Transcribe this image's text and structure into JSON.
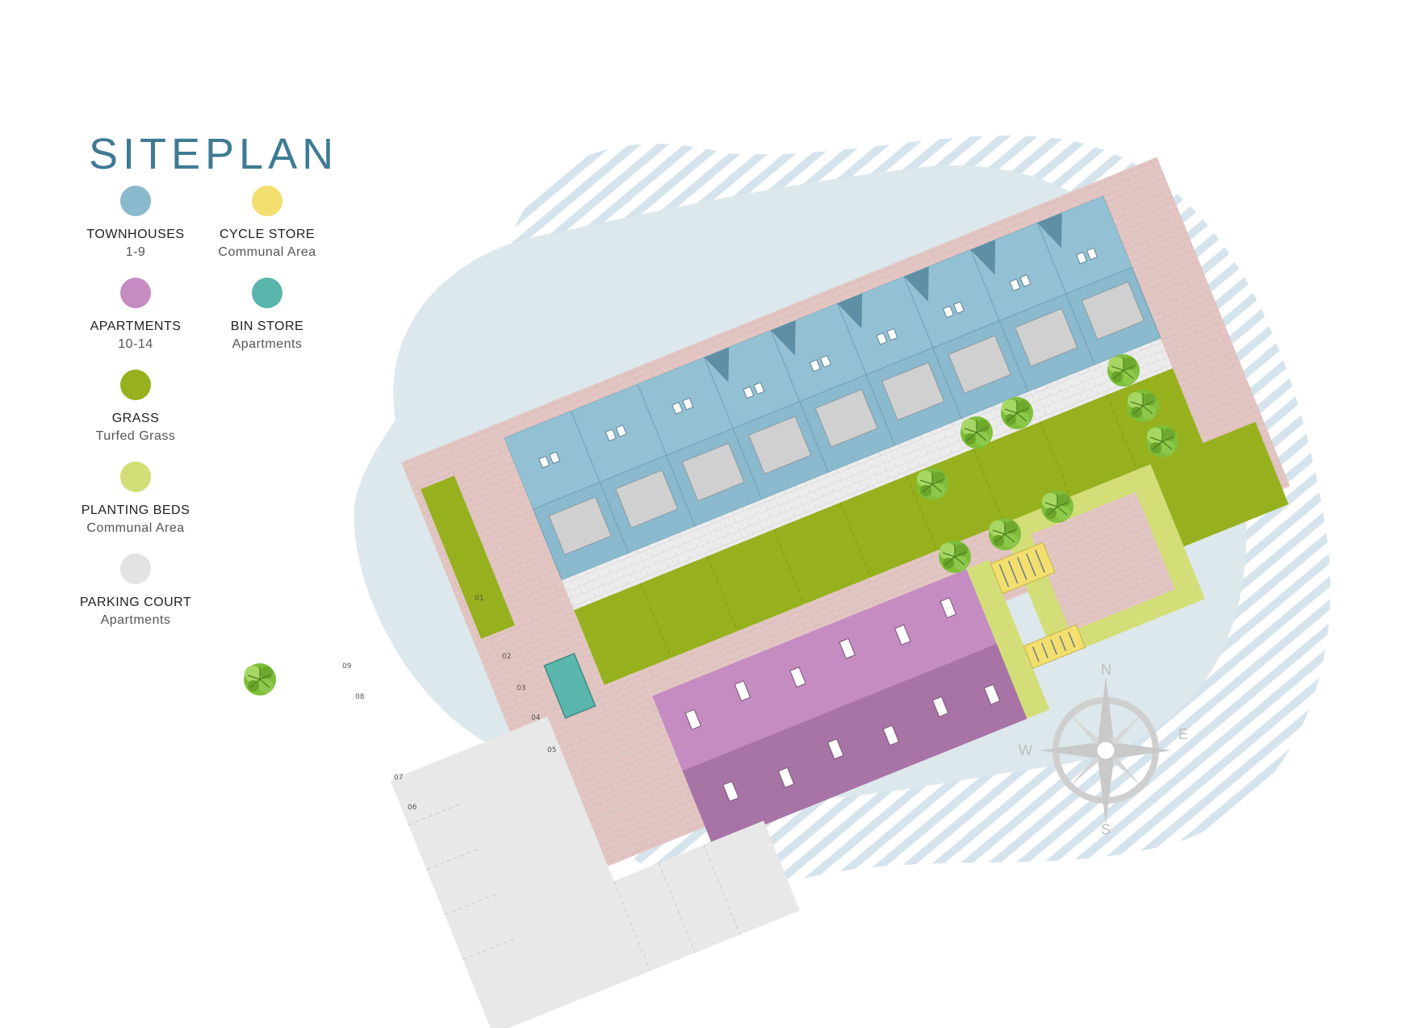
{
  "title": "SITEPLAN",
  "legend": [
    {
      "label": "TOWNHOUSES",
      "sub": "1-9",
      "color": "#8bb9cd"
    },
    {
      "label": "CYCLE STORE",
      "sub": "Communal Area",
      "color": "#f2df6e"
    },
    {
      "label": "APARTMENTS",
      "sub": "10-14",
      "color": "#c58cc2"
    },
    {
      "label": "BIN STORE",
      "sub": "Apartments",
      "color": "#5ab5ac"
    },
    {
      "label": "GRASS",
      "sub": "Turfed Grass",
      "color": "#96b11d"
    },
    {
      "label": "PLANTING BEDS",
      "sub": "Communal Area",
      "color": "#d3de78"
    },
    {
      "label": "PARKING COURT",
      "sub": "Apartments",
      "color": "#e3e3e3"
    }
  ],
  "parking_bays": [
    "01",
    "02",
    "03",
    "04",
    "05",
    "06",
    "07",
    "08",
    "09"
  ],
  "compass": {
    "n": "N",
    "e": "E",
    "s": "S",
    "w": "W"
  },
  "colors": {
    "paving": "#e2c6c3",
    "townhouse_roof": "#8bb9cd",
    "townhouse_roof_dark": "#6e9fb4",
    "apartment_roof": "#c58cc2",
    "apartment_roof_dark": "#a874a6",
    "grass": "#96b11d",
    "planting": "#d3de78",
    "parking": "#e8e8e8",
    "cycle_store": "#f2df6e",
    "bin_store": "#5ab5ac",
    "blob": "#dde8ec"
  }
}
